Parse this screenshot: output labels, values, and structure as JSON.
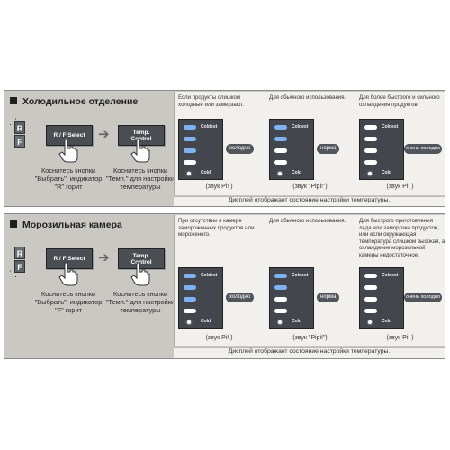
{
  "sections": [
    {
      "title": "Холодильное отделение",
      "rf": {
        "r": "R",
        "f": "F"
      },
      "select_button": "R / F Select",
      "temp_button": [
        "Temp.",
        "Control"
      ],
      "caption_select": "Коснитесь кнопки\n\"Выбрать\", индикатор\n\"R\" горит",
      "caption_temp": "Коснитесь кнопки\n\"Темп.\" для настройки\nтемпературы",
      "columns": [
        {
          "desc": "Если продукты слишком холодные или замерзают.",
          "mode": "холодно",
          "sound": "(звук  Pi! )",
          "panel_lit": 1
        },
        {
          "desc": "Для обычного использования.",
          "mode": "норма",
          "sound": "(звук \"Pipi!\")",
          "panel_lit": 2
        },
        {
          "desc": "Для более быстрого и сильного охлаждения продуктов.",
          "mode": "очень холодно",
          "sound": "(звук  Pi! )",
          "panel_lit": 3
        }
      ],
      "panel_labels": {
        "top": "Coldest",
        "bottom": "Cold"
      },
      "footnote": "Дисплей отображает состояние настройки температуры."
    },
    {
      "title": "Морозильная камера",
      "rf": {
        "r": "R",
        "f": "F"
      },
      "select_button": "R / F Select",
      "temp_button": [
        "Temp.",
        "Control"
      ],
      "caption_select": "Коснитесь кнопки\n\"Выбрать\", индикатор\n\"F\" горит",
      "caption_temp": "Коснитесь кнопки\n\"Темп.\" для настройки\nтемпературы",
      "columns": [
        {
          "desc": "При отсутствии в камере замороженных продуктов или мороженого.",
          "mode": "холодно",
          "sound": "(звук  Pi! )",
          "panel_lit": 1
        },
        {
          "desc": "Для обычного использования.",
          "mode": "норма",
          "sound": "(звук \"Pipi!\")",
          "panel_lit": 2
        },
        {
          "desc": "Для быстрого приготовления льда или заморозки продуктов, или если окружающая температура слишком высокая, а охлаждение морозильной камеры недостаточное.",
          "mode": "очень холодно",
          "sound": "(звук  Pi! )",
          "panel_lit": 3
        }
      ],
      "panel_labels": {
        "top": "Coldest",
        "bottom": "Cold"
      },
      "footnote": "Дисплей отображает состояние настройки температуры."
    }
  ],
  "colors": {
    "segment_on": "#7fb2f0",
    "segment_off": "#ffffff",
    "panel": "#43474d",
    "section_bg": "#c9c8c3"
  },
  "icons": {
    "hand": "pointing-hand-icon",
    "arrow": "right-arrow-icon"
  }
}
